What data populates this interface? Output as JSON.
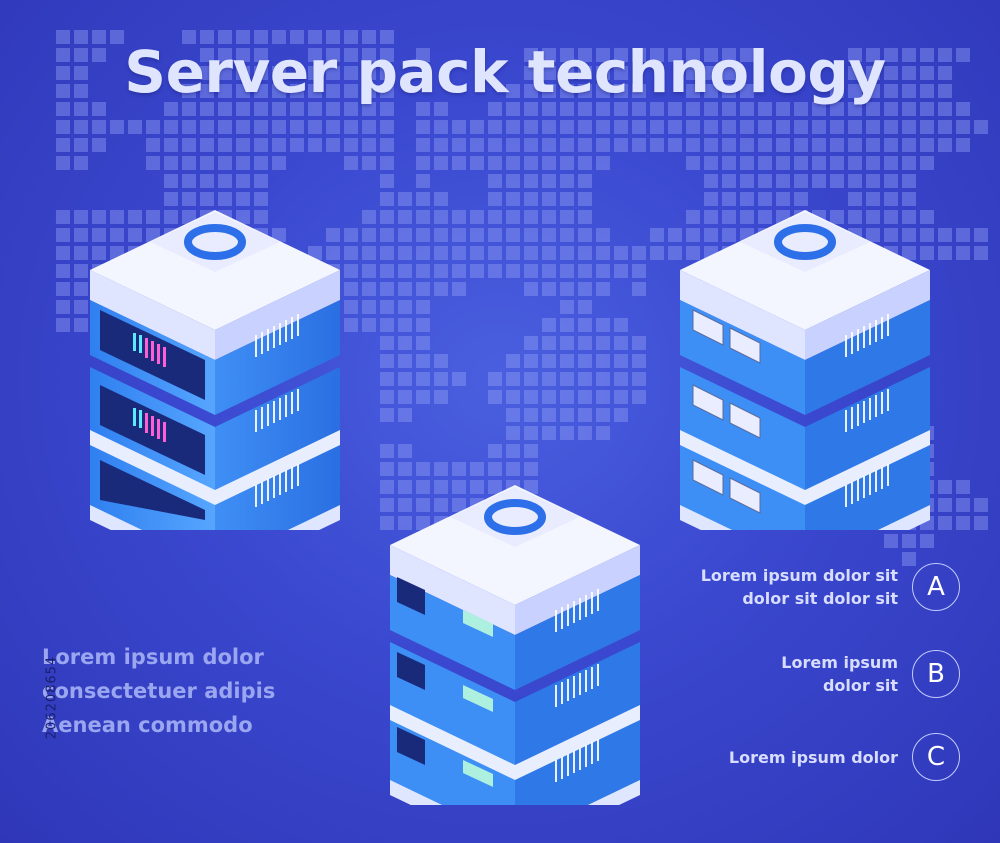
{
  "title": "Server pack technology",
  "left_block": {
    "lines": [
      "Lorem ipsum dolor",
      "consectetuer adipis",
      "Aenean commodo"
    ]
  },
  "legend": {
    "items": [
      {
        "badge": "A",
        "lines": [
          "Lorem ipsum dolor sit",
          "dolor sit  dolor sit"
        ]
      },
      {
        "badge": "B",
        "lines": [
          "Lorem ipsum",
          "dolor sit"
        ]
      },
      {
        "badge": "C",
        "lines": [
          "Lorem ipsum dolor"
        ]
      }
    ]
  },
  "side_caption": "206208654",
  "colors": {
    "background": "#3a48cf",
    "server_blue": "#3d8ff5",
    "server_top": "#eef1ff",
    "text_light": "#9aa6f0"
  },
  "icons": [
    "world-map-pixel",
    "server-stack-led",
    "server-stack-ports",
    "server-stack-panels"
  ]
}
